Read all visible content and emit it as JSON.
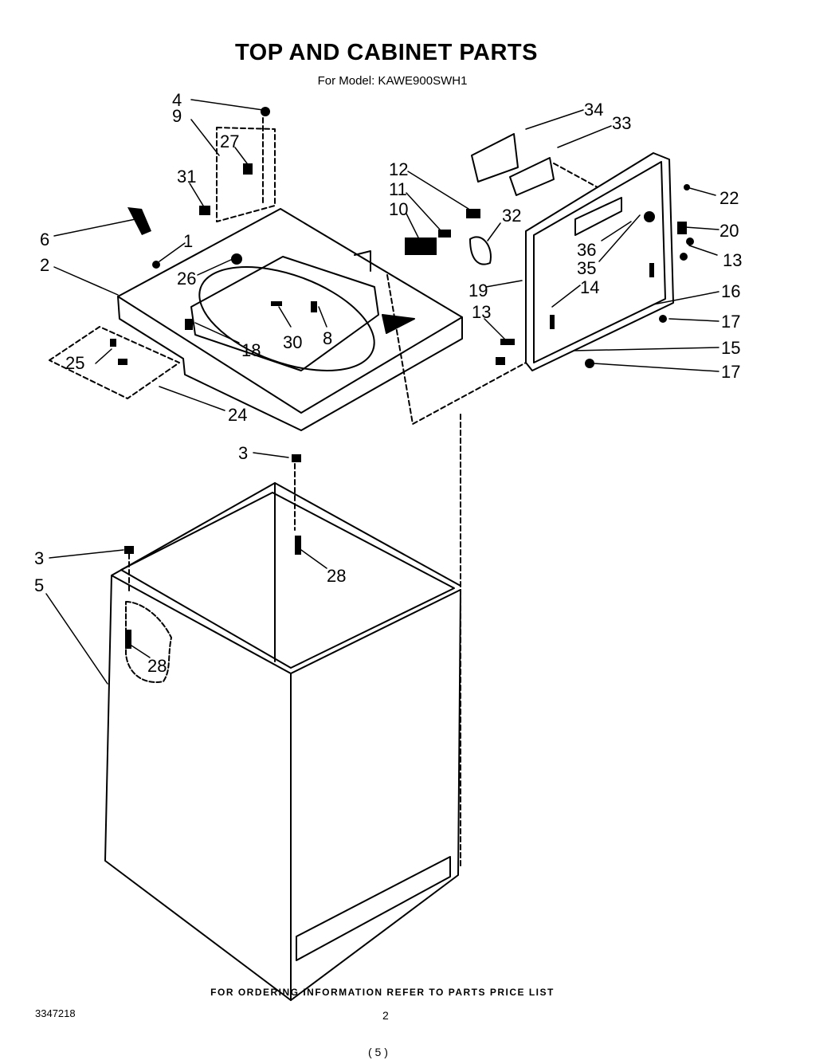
{
  "header": {
    "title": "TOP AND CABINET PARTS",
    "subtitle": "For Model: KAWE900SWH1"
  },
  "footer": {
    "note": "FOR ORDERING INFORMATION REFER TO PARTS PRICE LIST",
    "doc_number": "3347218",
    "page_number": "2",
    "bottom_mark": "( 5 )"
  },
  "callouts": [
    "4",
    "9",
    "27",
    "31",
    "6",
    "1",
    "2",
    "26",
    "12",
    "11",
    "10",
    "32",
    "34",
    "33",
    "22",
    "36",
    "20",
    "35",
    "13",
    "19",
    "14",
    "16",
    "17",
    "13",
    "15",
    "17",
    "18",
    "30",
    "8",
    "25",
    "24",
    "3",
    "3",
    "28",
    "5",
    "28"
  ]
}
